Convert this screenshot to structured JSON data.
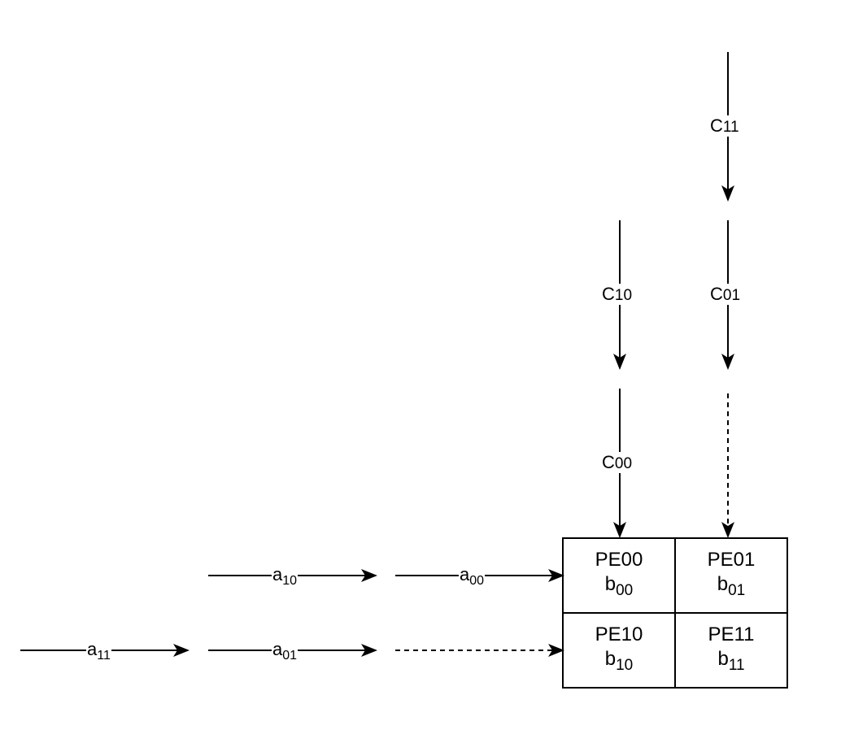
{
  "colors": {
    "stroke": "#000000",
    "background": "#ffffff"
  },
  "pe_grid": {
    "cells": [
      {
        "name": "PE00",
        "weight_base": "b",
        "weight_sub": "00"
      },
      {
        "name": "PE01",
        "weight_base": "b",
        "weight_sub": "01"
      },
      {
        "name": "PE10",
        "weight_base": "b",
        "weight_sub": "10"
      },
      {
        "name": "PE11",
        "weight_base": "b",
        "weight_sub": "11"
      }
    ]
  },
  "a_inputs": [
    {
      "base": "a",
      "sub": "10"
    },
    {
      "base": "a",
      "sub": "00"
    },
    {
      "base": "a",
      "sub": "11"
    },
    {
      "base": "a",
      "sub": "01"
    }
  ],
  "c_inputs": [
    {
      "base": "C",
      "sub": "11"
    },
    {
      "base": "C",
      "sub": "10"
    },
    {
      "base": "C",
      "sub": "01"
    },
    {
      "base": "C",
      "sub": "00"
    }
  ]
}
